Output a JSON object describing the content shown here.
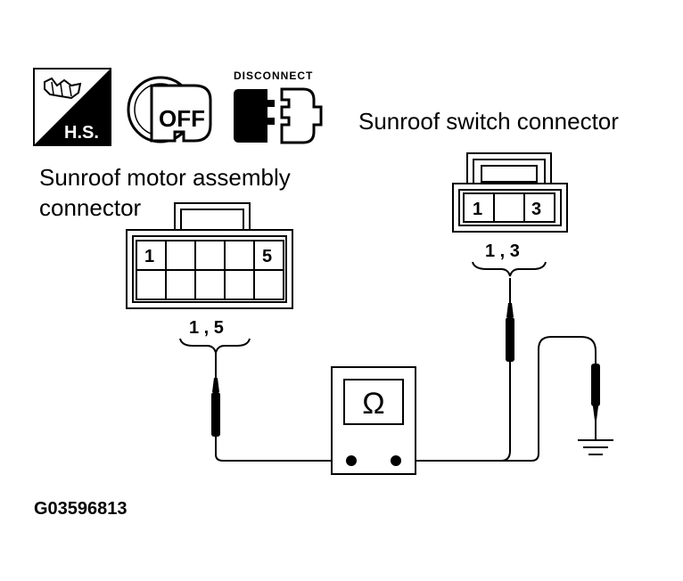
{
  "icons": {
    "hs_label": "H.S.",
    "off_label": "OFF",
    "disconnect_label": "DISCONNECT"
  },
  "motor_connector": {
    "title_line1": "Sunroof motor assembly",
    "title_line2": "connector",
    "pin_left": "1",
    "pin_right": "5",
    "probe_pins": "1 , 5"
  },
  "switch_connector": {
    "title": "Sunroof switch connector",
    "pin_left": "1",
    "pin_right": "3",
    "probe_pins": "1 , 3"
  },
  "meter": {
    "symbol": "Ω"
  },
  "figure_code": "G03596813"
}
